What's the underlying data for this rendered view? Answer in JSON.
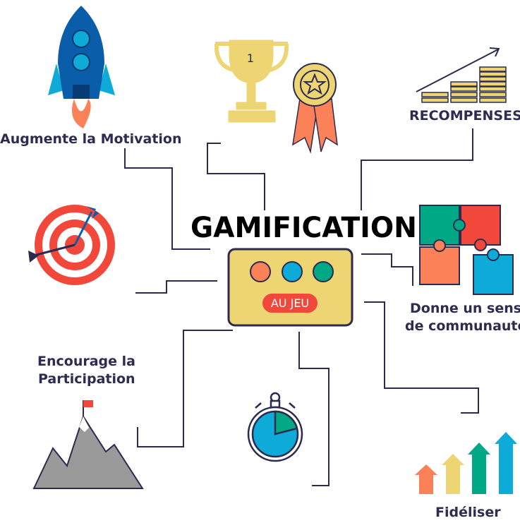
{
  "title": "GAMIFICATION",
  "center_button": "AU JEU",
  "trophy_number": "1",
  "labels": {
    "motivation": "Augmente la Motivation",
    "recompenses": "RECOMPENSES",
    "communaute_1": "Donne un sens",
    "communaute_2": "de communauté",
    "participation_1": "Encourage la",
    "participation_2": "Participation",
    "fideliser": "Fidéliser"
  },
  "colors": {
    "line": "#2c2b4f",
    "yellow": "#eed574",
    "orange": "#fb8158",
    "blue": "#0eaad8",
    "green": "#00a886",
    "red": "#f2473b",
    "navy": "#0a5da8"
  }
}
